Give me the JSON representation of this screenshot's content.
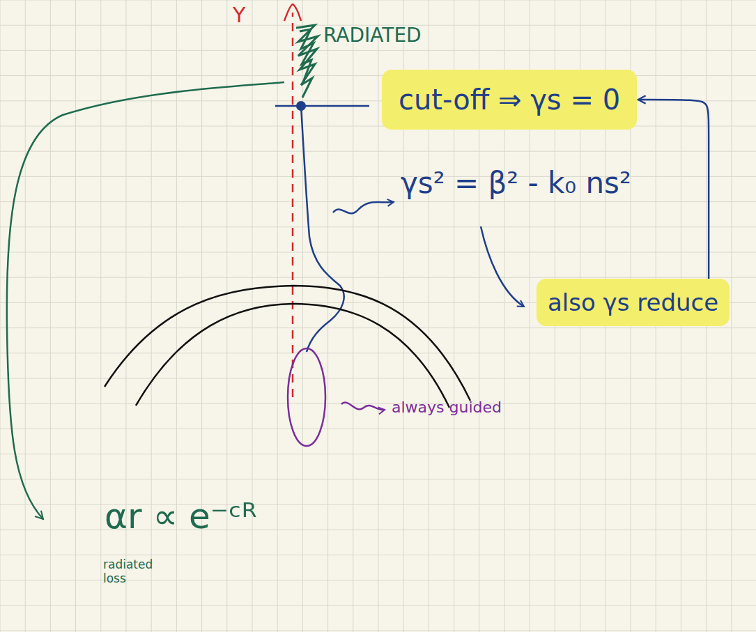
{
  "diagram": {
    "nodes": [
      {
        "text": [
          "cut-off ⇒ γs = 0"
        ]
      },
      {
        "text": [
          "also γs reduce"
        ]
      }
    ],
    "edges": [
      {
        "from": 1,
        "to": 0,
        "arrow": "to"
      }
    ],
    "labels": [
      "Y",
      "RADIATED",
      "γs² = β² - k₀ ns²",
      "always guided",
      "αr ∝ e⁻ᶜᴿ",
      "radiated loss"
    ]
  }
}
